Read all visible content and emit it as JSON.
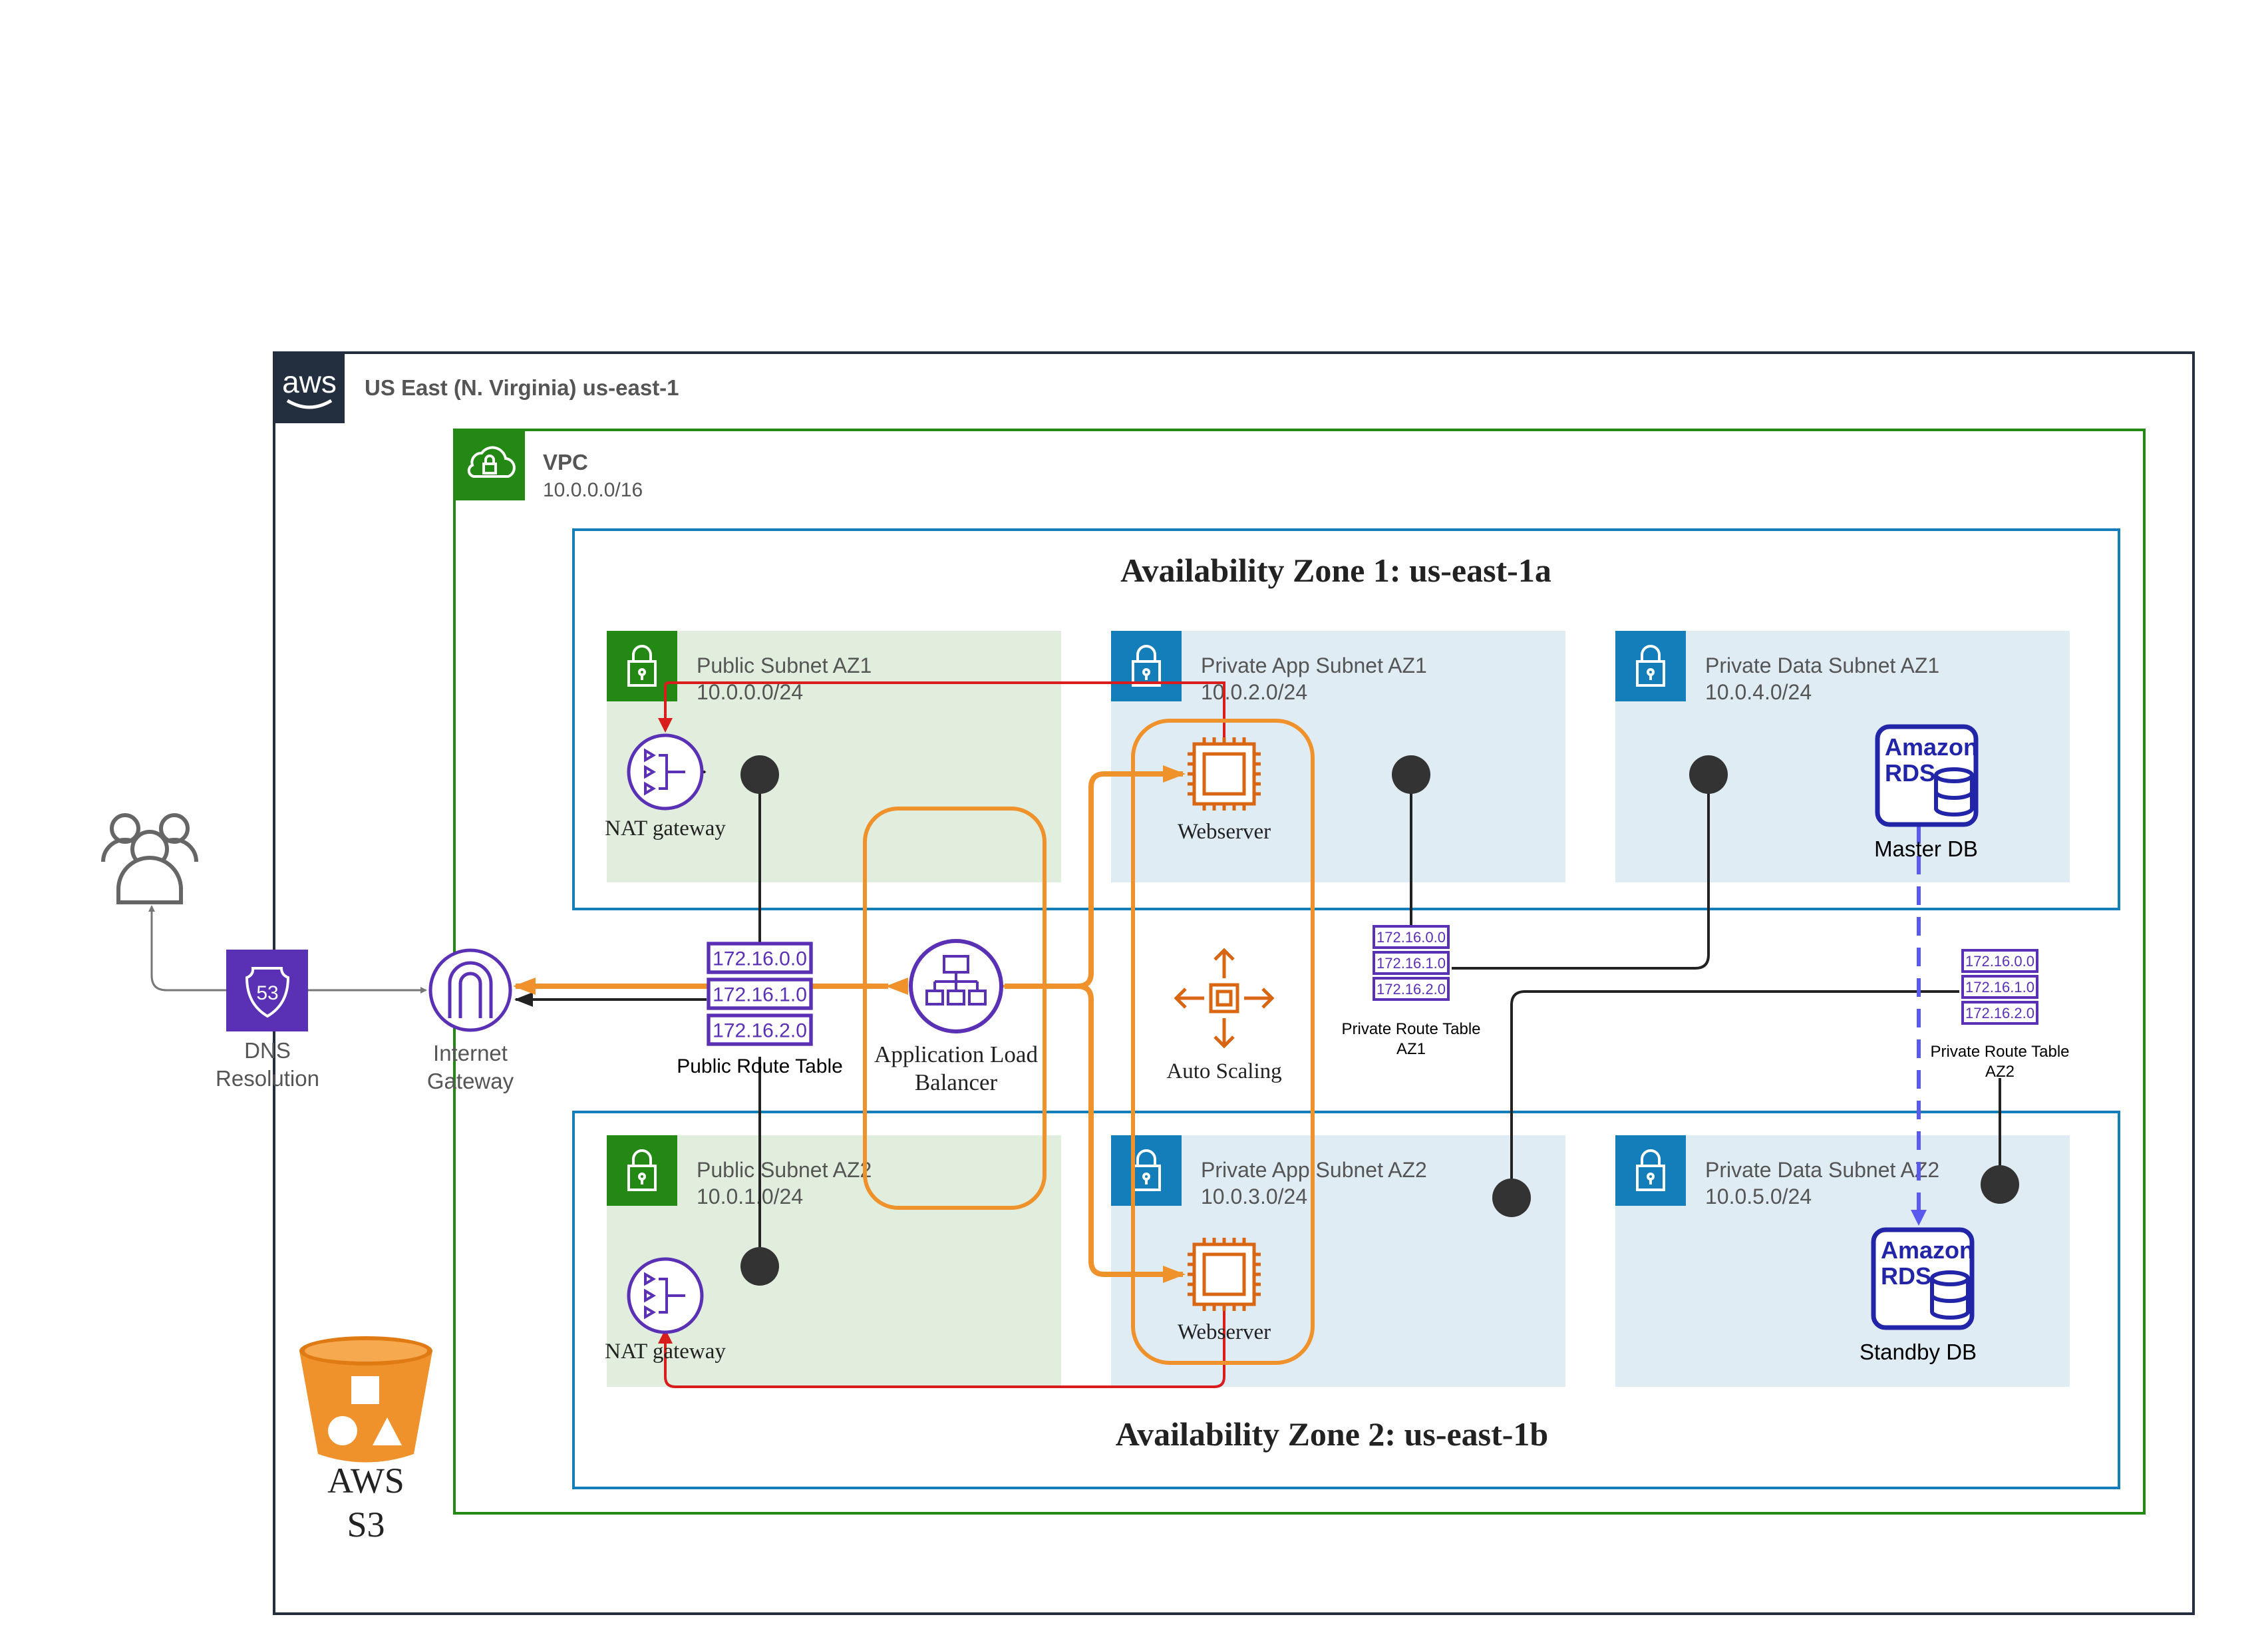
{
  "region": {
    "label": "US East (N. Virginia) us-east-1",
    "logo_text": "aws"
  },
  "vpc": {
    "label": "VPC",
    "cidr": "10.0.0.0/16"
  },
  "az1": {
    "title": "Availability Zone 1: us-east-1a"
  },
  "az2": {
    "title": "Availability Zone 2: us-east-1b"
  },
  "subnets": {
    "public_az1": {
      "name": "Public Subnet AZ1",
      "cidr": "10.0.0.0/24"
    },
    "app_az1": {
      "name": "Private App Subnet AZ1",
      "cidr": "10.0.2.0/24"
    },
    "data_az1": {
      "name": "Private Data Subnet AZ1",
      "cidr": "10.0.4.0/24"
    },
    "public_az2": {
      "name": "Public Subnet AZ2",
      "cidr": "10.0.1.0/24"
    },
    "app_az2": {
      "name": "Private App Subnet AZ2",
      "cidr": "10.0.3.0/24"
    },
    "data_az2": {
      "name": "Private Data Subnet AZ2",
      "cidr": "10.0.5.0/24"
    }
  },
  "nodes": {
    "dns": {
      "line1": "DNS",
      "line2": "Resolution",
      "badge": "53"
    },
    "igw": {
      "line1": "Internet",
      "line2": "Gateway"
    },
    "nat_az1": {
      "label": "NAT gateway"
    },
    "nat_az2": {
      "label": "NAT gateway"
    },
    "alb": {
      "line1": "Application Load",
      "line2": "Balancer"
    },
    "web_az1": {
      "label": "Webserver"
    },
    "web_az2": {
      "label": "Webserver"
    },
    "autoscaling": {
      "label": "Auto Scaling"
    },
    "master_db": {
      "label": "Master DB",
      "logo1": "Amazon",
      "logo2": "RDS"
    },
    "standby_db": {
      "label": "Standby DB",
      "logo1": "Amazon",
      "logo2": "RDS"
    },
    "s3": {
      "line1": "AWS",
      "line2": "S3"
    }
  },
  "route_tables": {
    "public": {
      "label": "Public Route Table",
      "entries": [
        "172.16.0.0",
        "172.16.1.0",
        "172.16.2.0"
      ]
    },
    "private_az1": {
      "line1": "Private Route Table",
      "line2": "AZ1",
      "entries": [
        "172.16.0.0",
        "172.16.1.0",
        "172.16.2.0"
      ]
    },
    "private_az2": {
      "line1": "Private Route Table",
      "line2": "AZ2",
      "entries": [
        "172.16.0.0",
        "172.16.1.0",
        "172.16.2.0"
      ]
    }
  },
  "colors": {
    "region_border": "#232f3e",
    "vpc_green": "#248814",
    "az_blue": "#147eba",
    "public_fill": "#e1eedd",
    "private_fill": "#e0ecf4",
    "icon_purple": "#5a30b5",
    "rds_blue": "#2225a8",
    "compute_orange": "#d86613",
    "flow_orange": "#f0922c",
    "nat_red": "#d91d1d",
    "replication_blue": "#5a5af0",
    "user_gray": "#666666"
  }
}
